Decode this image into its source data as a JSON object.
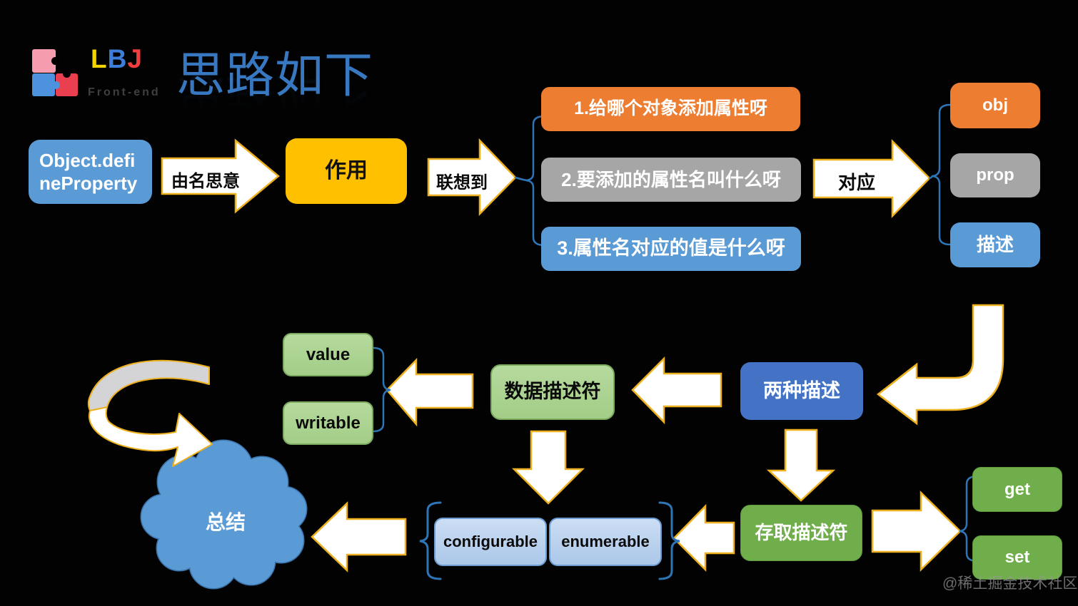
{
  "logo": {
    "letters": [
      {
        "char": "L",
        "color": "#F5D400"
      },
      {
        "char": "B",
        "color": "#3E7EDB"
      },
      {
        "char": "J",
        "color": "#F03E3E"
      }
    ],
    "subtitle": "Front-end"
  },
  "title": {
    "text": "思路如下"
  },
  "flow_top": {
    "api_box": "Object.defineProperty",
    "arrow_name_label": "由名思意",
    "effect_box": "作用",
    "arrow_think_label": "联想到",
    "questions": [
      "1.给哪个对象添加属性呀",
      "2.要添加的属性名叫什么呀",
      "3.属性名对应的值是什么呀"
    ],
    "arrow_map_label": "对应",
    "params": [
      "obj",
      "prop",
      "描述"
    ]
  },
  "flow_bottom": {
    "two_desc": "两种描述",
    "data_desc": "数据描述符",
    "data_keys": [
      "value",
      "writable"
    ],
    "shared_keys": [
      "configurable",
      "enumerable"
    ],
    "access_desc": "存取描述符",
    "access_keys": [
      "get",
      "set"
    ],
    "summary": "总结"
  },
  "watermark": "@稀土掘金技术社区",
  "colors": {
    "background": "#000000",
    "blue_box": "#5B9BD5",
    "dark_blue_box": "#4472C4",
    "orange_box": "#ED7D31",
    "gray_box": "#A6A6A6",
    "yellow_box": "#FFC000",
    "light_green_box": "#A9D18E",
    "green_box": "#6FAE4B",
    "light_blue_box": "#BDD3EE",
    "arrow_fill": "#FFFFFF",
    "arrow_outline": "#EDB120",
    "bracket_blue": "#2E75B6",
    "title_blue": "#3878C0",
    "cloud_blue": "#5B9BD5"
  }
}
